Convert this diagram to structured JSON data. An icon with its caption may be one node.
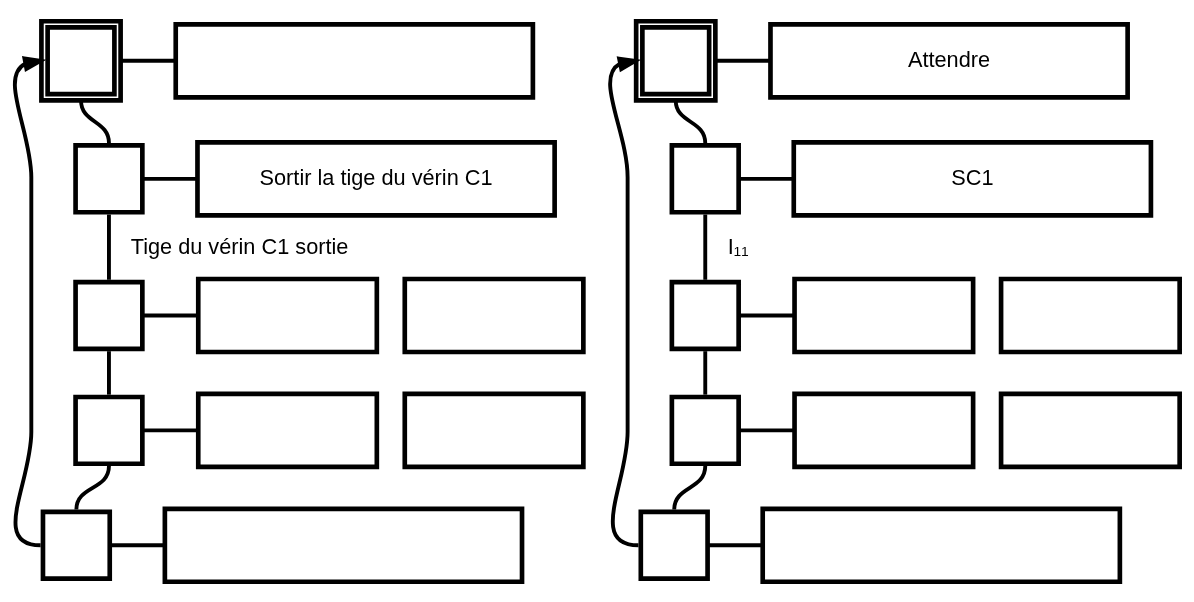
{
  "diagram": {
    "nodes": [
      {
        "text": [],
        "shape": "box"
      },
      {
        "text": [],
        "shape": "box"
      },
      {
        "text": [],
        "shape": "box"
      },
      {
        "text": [
          "Sortir la tige du vérin C1"
        ]
      },
      {
        "text": [],
        "shape": "box"
      },
      {
        "text": [],
        "shape": "box"
      },
      {
        "text": [],
        "shape": "box"
      },
      {
        "text": [],
        "shape": "box"
      },
      {
        "text": [],
        "shape": "box"
      },
      {
        "text": [],
        "shape": "box"
      },
      {
        "text": [],
        "shape": "box"
      },
      {
        "text": [],
        "shape": "box"
      },
      {
        "text": [],
        "shape": "box"
      },
      {
        "text": [
          "Attendre"
        ]
      },
      {
        "text": [],
        "shape": "box"
      },
      {
        "text": [
          "SC1"
        ]
      },
      {
        "text": [],
        "shape": "box"
      },
      {
        "text": [],
        "shape": "box"
      },
      {
        "text": [],
        "shape": "box"
      },
      {
        "text": [],
        "shape": "box"
      },
      {
        "text": [],
        "shape": "box"
      },
      {
        "text": [],
        "shape": "box"
      },
      {
        "text": [],
        "shape": "box"
      },
      {
        "text": [],
        "shape": "box"
      }
    ],
    "edges": [
      {
        "from": 0,
        "to": 1,
        "arrow": "none"
      },
      {
        "from": 0,
        "to": 2,
        "arrow": "none"
      },
      {
        "from": 2,
        "to": 3,
        "arrow": "none"
      },
      {
        "from": 2,
        "to": 4,
        "arrow": "none",
        "label": "Tige du vérin C1 sortie"
      },
      {
        "from": 4,
        "to": 5,
        "arrow": "none"
      },
      {
        "from": 4,
        "to": 7,
        "arrow": "none"
      },
      {
        "from": 7,
        "to": 8,
        "arrow": "none"
      },
      {
        "from": 7,
        "to": 10,
        "arrow": "none"
      },
      {
        "from": 10,
        "to": 11,
        "arrow": "none"
      },
      {
        "from": 10,
        "to": 0,
        "arrow": "to"
      },
      {
        "from": 12,
        "to": 13,
        "arrow": "none"
      },
      {
        "from": 12,
        "to": 14,
        "arrow": "none"
      },
      {
        "from": 14,
        "to": 15,
        "arrow": "none"
      },
      {
        "from": 14,
        "to": 16,
        "arrow": "none",
        "label": "I₁₁"
      },
      {
        "from": 16,
        "to": 17,
        "arrow": "none"
      },
      {
        "from": 16,
        "to": 19,
        "arrow": "none"
      },
      {
        "from": 19,
        "to": 20,
        "arrow": "none"
      },
      {
        "from": 19,
        "to": 22,
        "arrow": "none"
      },
      {
        "from": 22,
        "to": 23,
        "arrow": "none"
      },
      {
        "from": 22,
        "to": 12,
        "arrow": "to"
      }
    ]
  }
}
